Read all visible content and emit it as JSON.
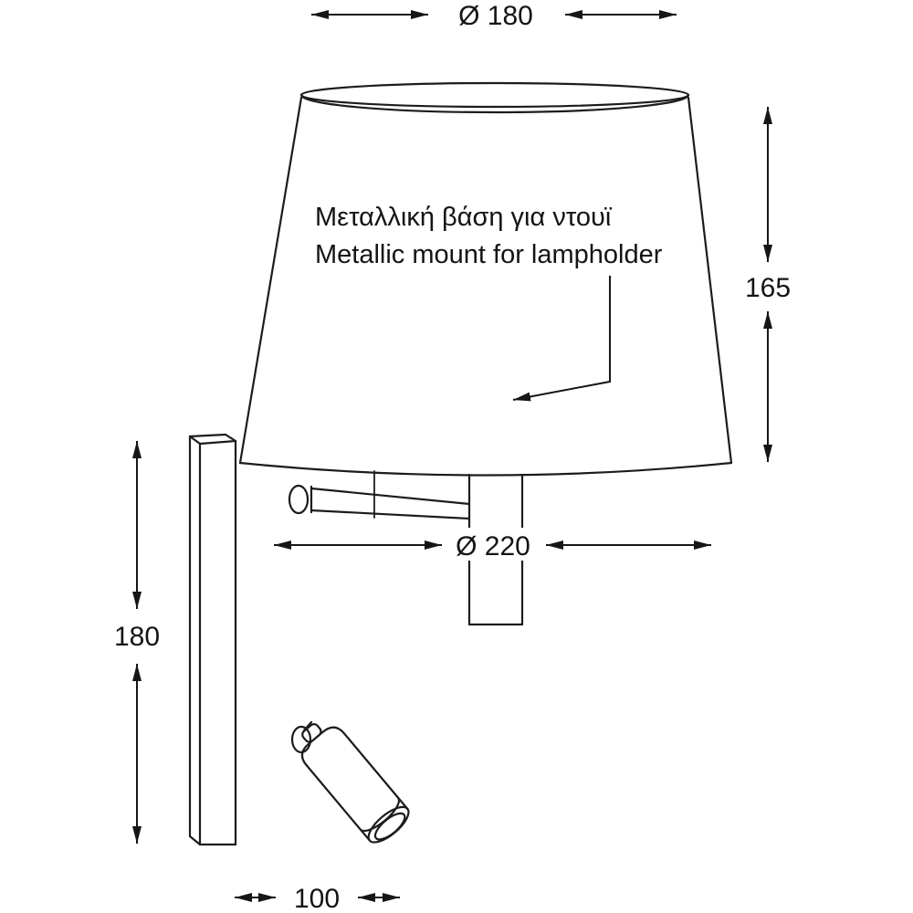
{
  "page": {
    "background_color": "#ffffff",
    "line_color": "#1c1c1c",
    "subject": "Wall lamp technical drawing with reading spotlight"
  },
  "annotation": {
    "line1": "Μεταλλική βάση για ντουϊ",
    "line2": "Metallic mount for lampholder"
  },
  "dimensions": {
    "top_diameter": "Ø 180",
    "shade_height": "165",
    "bottom_diameter": "Ø 220",
    "backplate_height": "180",
    "spotlight_length": "100"
  }
}
